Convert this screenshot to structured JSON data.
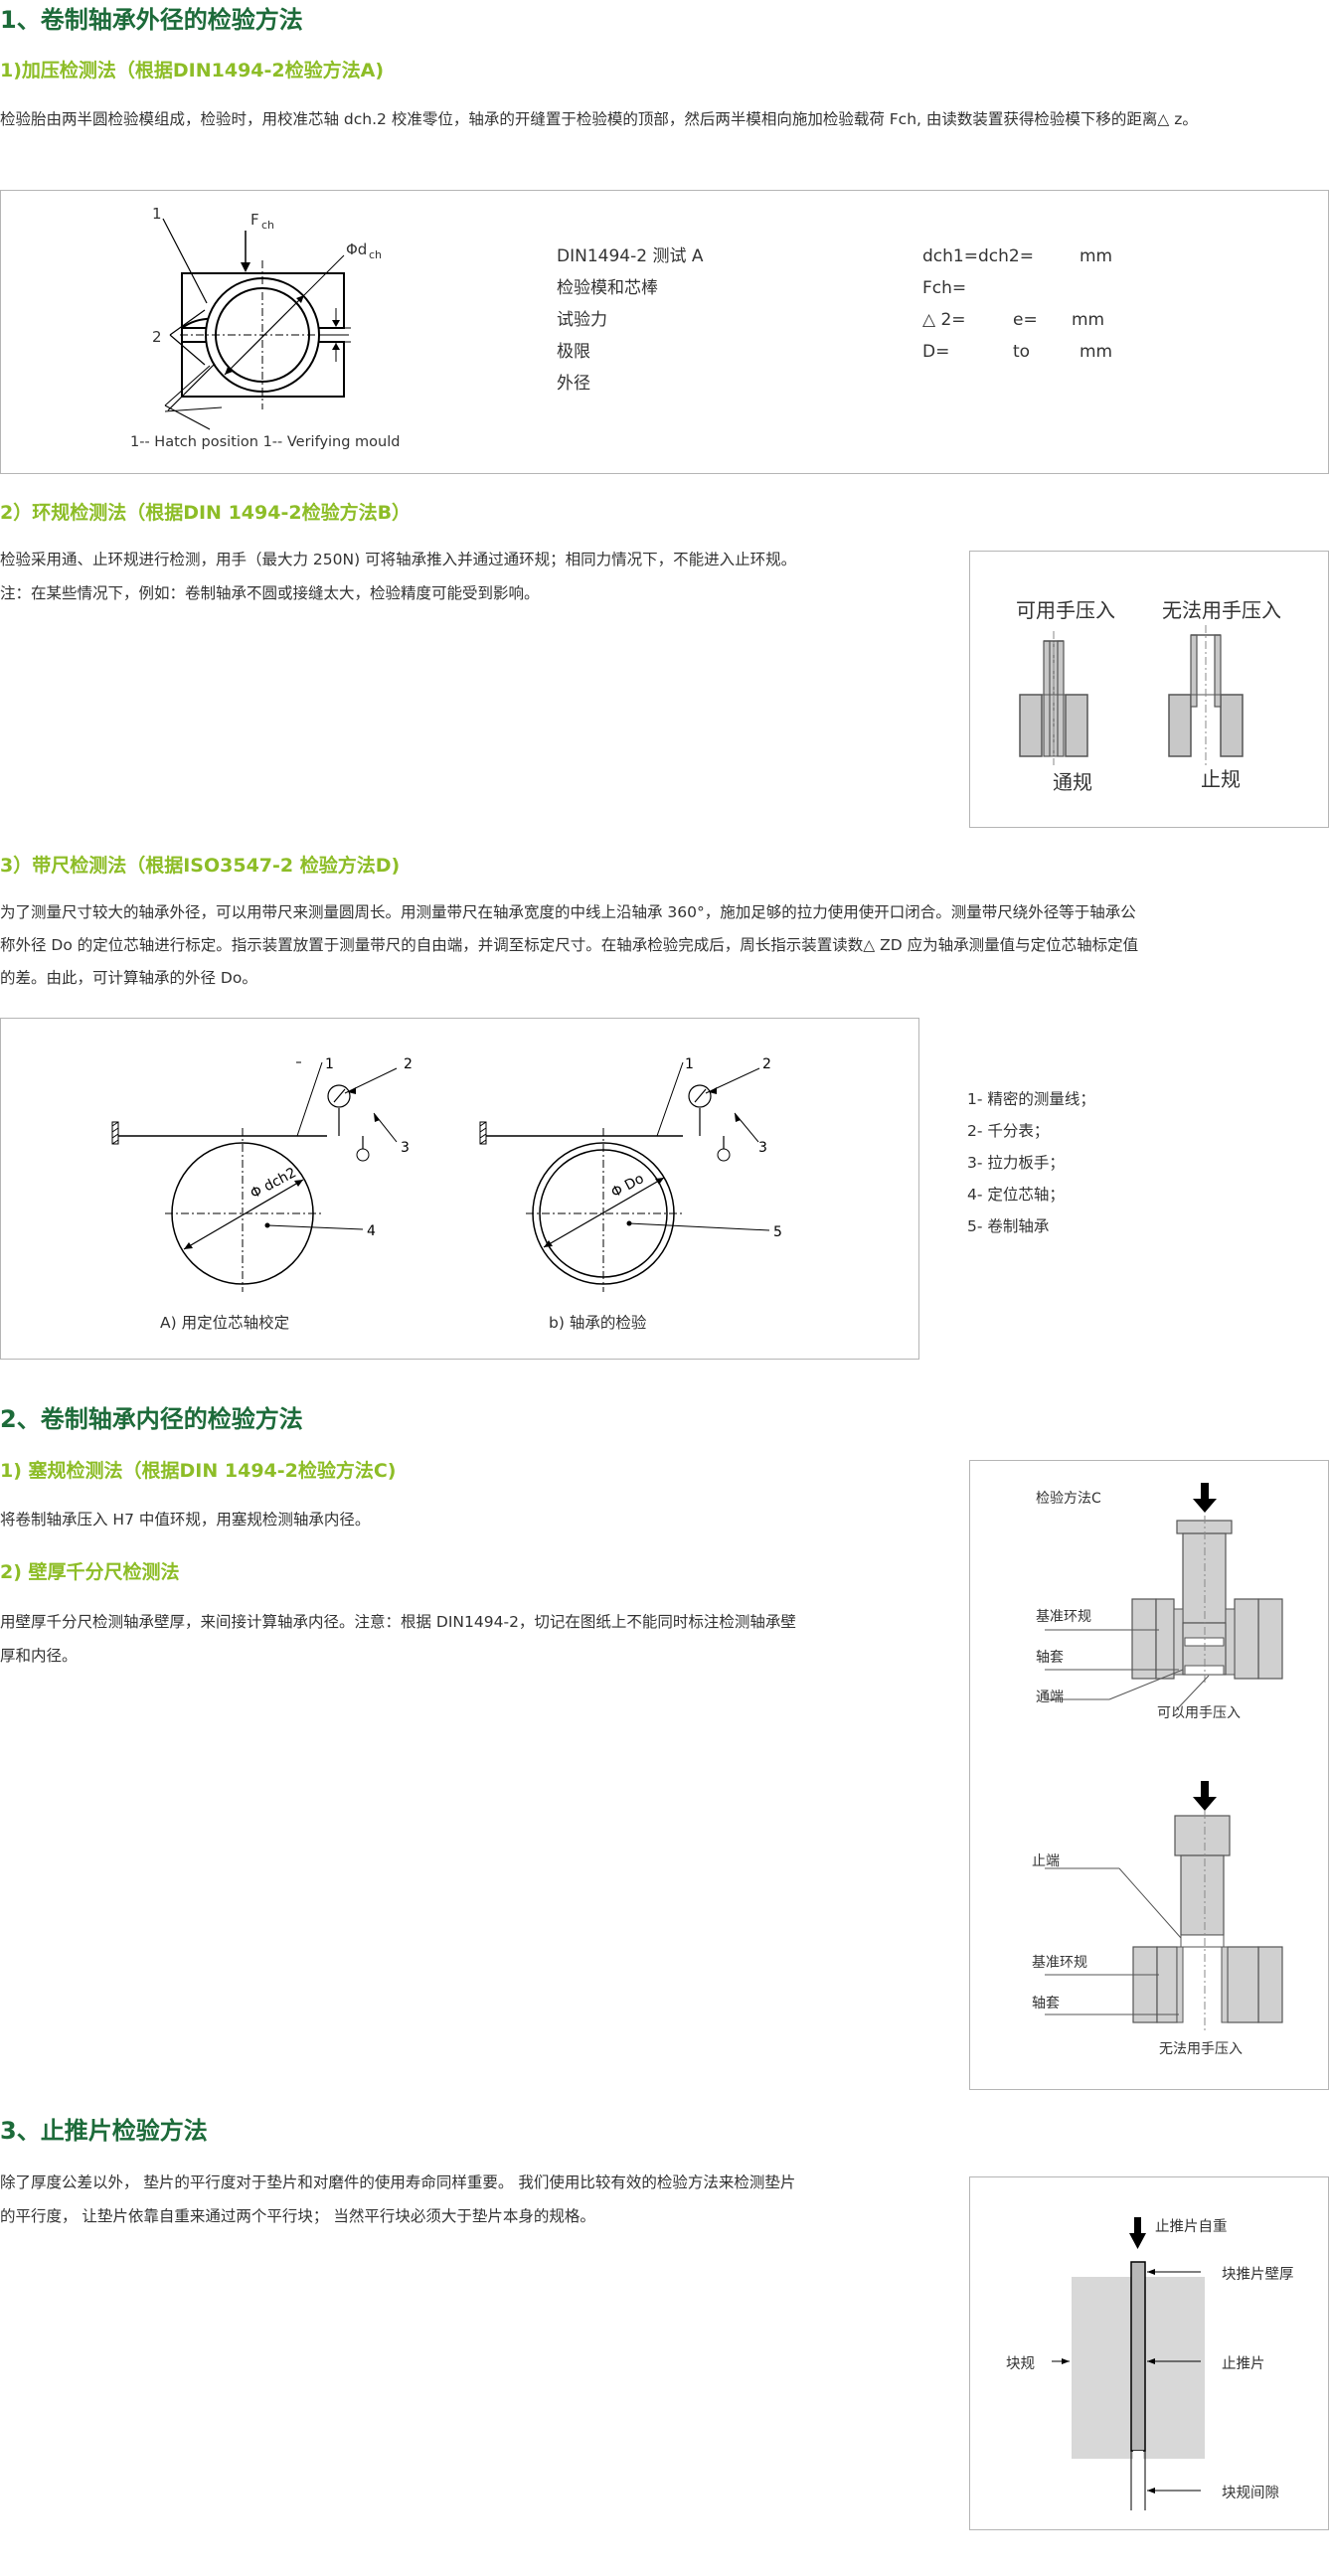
{
  "sec1": {
    "title": "1、卷制轴承外径的检验方法",
    "m1": {
      "title": "1)加压检测法（根据DIN1494-2检验方法A)",
      "text": "检验胎由两半圆检验模组成，检验时，用校准芯轴 dch.2 校准零位，轴承的开缝置于检验模的顶部，然后两半模相向施加检验载荷 Fch, 由读数装置获得检验模下移的距离△ z。",
      "fig": {
        "label1": "1",
        "label2": "2",
        "fch_main": "F",
        "fch_sub": "ch",
        "dch_main": "Φd",
        "dch_sub": "ch",
        "caption": "1-- Hatch position    1-- Verifying mould"
      },
      "specs_left": [
        "DIN1494-2 测试 A",
        "检验模和芯棒",
        "试验力",
        "极限",
        "外径"
      ],
      "specs_right": {
        "r1": "dch1=dch2=",
        "r1u": "mm",
        "r2": "Fch=",
        "r3a": "△ 2=",
        "r3b": "e=",
        "r3u": "mm",
        "r4a": "D=",
        "r4b": "to",
        "r4u": "mm"
      }
    },
    "m2": {
      "title": "2）环规检测法（根据DIN 1494-2检验方法B）",
      "text1": "检验采用通、止环规进行检测，用手（最大力 250N) 可将轴承推入并通过通环规；相同力情况下，不能进入止环规。",
      "text2": "注：在某些情况下，例如：卷制轴承不圆或接缝太大，检验精度可能受到影响。",
      "fig": {
        "top_left": "可用手压入",
        "top_right": "无法用手压入",
        "bottom_left": "通规",
        "bottom_right": "止规"
      }
    },
    "m3": {
      "title": "3）带尺检测法（根据ISO3547-2 检验方法D)",
      "text1": "为了测量尺寸较大的轴承外径，可以用带尺来测量圆周长。用测量带尺在轴承宽度的中线上沿轴承 360°，施加足够的拉力使用使开口闭合。测量带尺绕外径等于轴承公",
      "text2": "称外径 Do 的定位芯轴进行标定。指示装置放置于测量带尺的自由端，并调至标定尺寸。在轴承检验完成后，周长指示装置读数△ ZD 应为轴承测量值与定位芯轴标定值",
      "text3": "的差。由此，可计算轴承的外径 Do。",
      "fig": {
        "n1": "1",
        "n2": "2",
        "n3": "3",
        "n4": "4",
        "n5": "5",
        "dim_a": "Φ dch2",
        "dim_b": "Φ Do",
        "cap_a": "A) 用定位芯轴校定",
        "cap_b": "b) 轴承的检验"
      },
      "legend": [
        "1- 精密的测量线；",
        "2- 千分表；",
        "3- 拉力板手；",
        "4- 定位芯轴；",
        "5- 卷制轴承"
      ]
    }
  },
  "sec2": {
    "title": "2、卷制轴承内径的检验方法",
    "m1": {
      "title": "1) 塞规检测法（根据DIN 1494-2检验方法C)",
      "text": "将卷制轴承压入 H7 中值环规，用塞规检测轴承内径。"
    },
    "m2": {
      "title": "2) 壁厚千分尺检测法",
      "text1": "用壁厚千分尺检测轴承壁厚，来间接计算轴承内径。注意：根据 DIN1494-2，切记在图纸上不能同时标注检测轴承壁",
      "text2": "厚和内径。"
    },
    "fig": {
      "title": "检验方法C",
      "ring1": "基准环规",
      "sleeve1": "轴套",
      "go": "通端",
      "push_ok": "可以用手压入",
      "nogo": "止端",
      "ring2": "基准环规",
      "sleeve2": "轴套",
      "push_no": "无法用手压入"
    }
  },
  "sec3": {
    "title": "3、止推片检验方法",
    "text1": "除了厚度公差以外， 垫片的平行度对于垫片和对磨件的使用寿命同样重要。 我们使用比较有效的检验方法来检测垫片",
    "text2": "的平行度， 让垫片依靠自重来通过两个平行块； 当然平行块必须大于垫片本身的规格。",
    "fig": {
      "weight": "止推片自重",
      "wall": "块推片壁厚",
      "block": "块规",
      "washer": "止推片",
      "gap": "块规间隙"
    }
  }
}
